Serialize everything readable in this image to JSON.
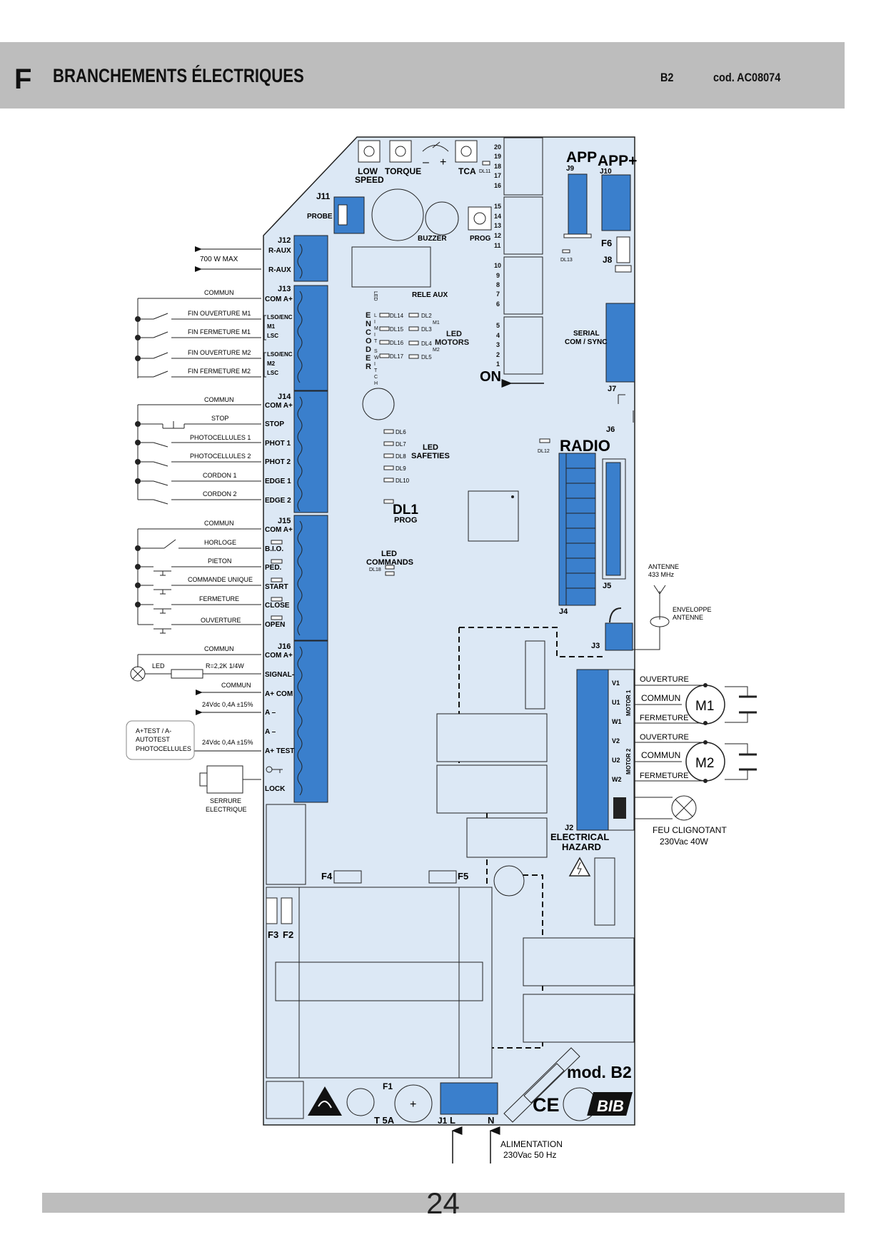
{
  "header": {
    "letter": "F",
    "title": "BRANCHEMENTS ÉLECTRIQUES",
    "model": "B2",
    "code": "cod. AC08074"
  },
  "page_number": "24",
  "board": {
    "top_controls": [
      "LOW SPEED",
      "TORQUE",
      "TCA"
    ],
    "trimmer_signs": [
      "–",
      "+"
    ],
    "dl11": "DL11",
    "top_terminal_numbers": [
      "20",
      "19",
      "18",
      "17",
      "16",
      "15",
      "14",
      "13",
      "12",
      "11",
      "10",
      "9",
      "8",
      "7",
      "6",
      "5",
      "4",
      "3",
      "2",
      "1"
    ],
    "app": "APP",
    "app_plus": "APP+",
    "j9": "J9",
    "j10": "J10",
    "f6": "F6",
    "j8": "J8",
    "dl13": "DL13",
    "j11": "J11",
    "probe": "PROBE",
    "buzzer": "BUZZER",
    "prog": "PROG",
    "rele_aux": "RELE AUX",
    "led_vertical": "LED",
    "encoder": "ENCODER",
    "limit_switch": "LIMIT SWITCH",
    "dl_left": [
      "DL14",
      "DL15",
      "DL16",
      "DL17"
    ],
    "dl_right": [
      "DL2",
      "DL3",
      "DL4",
      "DL5"
    ],
    "m1": "M1",
    "m2": "M2",
    "led_motors": [
      "LED",
      "MOTORS"
    ],
    "on": "ON",
    "serial": [
      "SERIAL",
      "COM / SYNC"
    ],
    "j7": "J7",
    "j6": "J6",
    "dl_safeties": [
      "DL6",
      "DL7",
      "DL8",
      "DL9",
      "DL10"
    ],
    "led_safeties": [
      "LED",
      "SAFETIES"
    ],
    "dl12": "DL12",
    "radio": "RADIO",
    "dl1": "DL1",
    "dl1_prog": "PROG",
    "led_commands": [
      "LED",
      "COMMANDS"
    ],
    "dl18": "DL18",
    "j5": "J5",
    "j4": "J4",
    "j3": "J3",
    "antenne": [
      "ANTENNE",
      "433 MHz"
    ],
    "enveloppe": [
      "ENVELOPPE",
      "ANTENNE"
    ],
    "motor1_terms": [
      "V1",
      "U1",
      "W1"
    ],
    "motor1_label": "MOTOR 1",
    "motor2_terms": [
      "V2",
      "U2",
      "W2"
    ],
    "motor2_label": "MOTOR 2",
    "j2": "J2",
    "electrical_hazard": [
      "ELECTRICAL",
      "HAZARD"
    ],
    "f4": "F4",
    "f5": "F5",
    "f3": "F3",
    "f2": "F2",
    "f1": "F1",
    "t5a": "T 5A",
    "j1": "J1",
    "l": "L",
    "n": "N",
    "mod": "mod. B2",
    "ce": "CE",
    "brand": "BIB",
    "alimentation": [
      "ALIMENTATION",
      "230Vac 50 Hz"
    ]
  },
  "left_terminals": {
    "j12": {
      "name": "J12",
      "rows": [
        "R-AUX",
        "R-AUX"
      ],
      "ext": "700 W MAX"
    },
    "j13": {
      "name": "J13",
      "rows": [
        "COM A+",
        "LSO/ENC",
        "M1",
        "LSC",
        "LSO/ENC",
        "M2",
        "LSC"
      ],
      "ext": [
        "COMMUN",
        "FIN OUVERTURE M1",
        "FIN FERMETURE M1",
        "FIN OUVERTURE M2",
        "FIN FERMETURE M2"
      ]
    },
    "j14": {
      "name": "J14",
      "rows": [
        "COM A+",
        "STOP",
        "PHOT 1",
        "PHOT 2",
        "EDGE 1",
        "EDGE 2"
      ],
      "ext": [
        "COMMUN",
        "STOP",
        "PHOTOCELLULES 1",
        "PHOTOCELLULES 2",
        "CORDON 1",
        "CORDON 2"
      ]
    },
    "j15": {
      "name": "J15",
      "rows": [
        "COM A+",
        "B.I.O.",
        "PED.",
        "START",
        "CLOSE",
        "OPEN"
      ],
      "ext": [
        "COMMUN",
        "HORLOGE",
        "PIETON",
        "COMMANDE UNIQUE",
        "FERMETURE",
        "OUVERTURE"
      ]
    },
    "j16": {
      "name": "J16",
      "rows": [
        "COM A+",
        "SIGNAL-",
        "A+ COM",
        "A –",
        "A –",
        "A+ TEST",
        "LOCK"
      ],
      "ext": [
        "COMMUN",
        "LED",
        "R=2,2K 1/4W",
        "COMMUN",
        "24Vdc 0,4A ±15%",
        "24Vdc 0,4A ±15%"
      ],
      "autotest": [
        "A+TEST / A-",
        "AUTOTEST",
        "PHOTOCELLULES"
      ],
      "serrure": [
        "SERRURE",
        "ELECTRIQUE"
      ]
    }
  },
  "right_side": {
    "m1": {
      "name": "M1",
      "labels": [
        "OUVERTURE",
        "COMMUN",
        "FERMETURE"
      ]
    },
    "m2": {
      "name": "M2",
      "labels": [
        "OUVERTURE",
        "COMMUN",
        "FERMETURE"
      ]
    },
    "lamp": [
      "FEU CLIGNOTANT",
      "230Vac 40W"
    ]
  },
  "colors": {
    "board": "#dce8f5",
    "terminal": "#3a7fcc",
    "header": "#bdbdbd"
  }
}
